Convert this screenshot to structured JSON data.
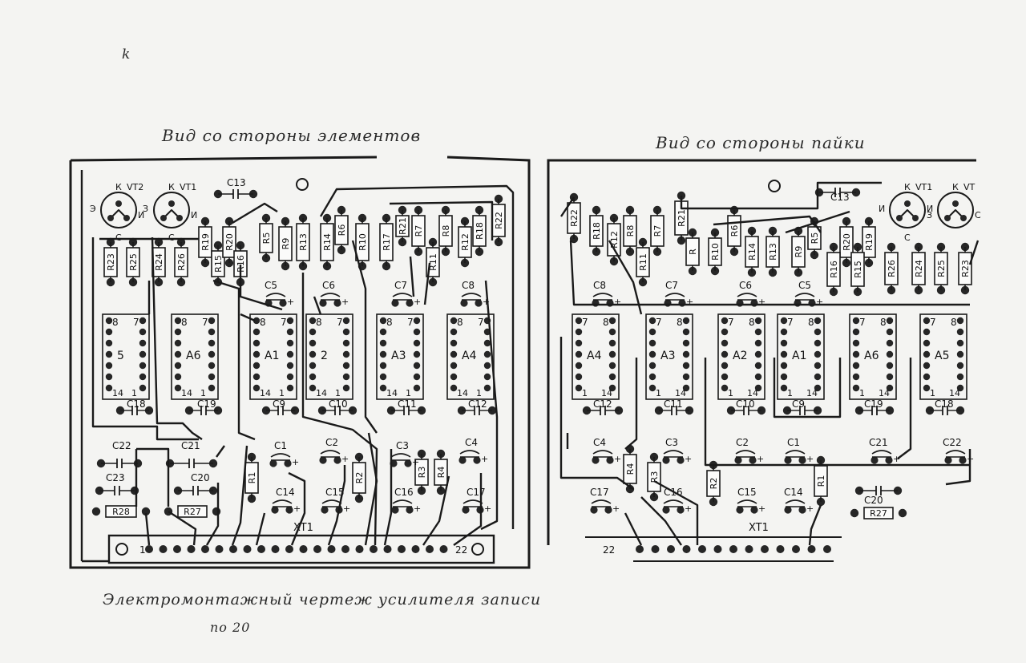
{
  "captions": {
    "corner_mark": "k",
    "left_title": "Вид со стороны элементов",
    "right_title": "Вид со стороны пайки",
    "bottom": "Электромонтажный чертеж усилителя записи",
    "bottom_fragment": "по          20"
  },
  "colors": {
    "paper": "#f4f4f2",
    "ink": "#1a1a1a",
    "pad": "#262626"
  },
  "left_board": {
    "connector": {
      "label": "XT1",
      "first_pin": "1",
      "last_pin": "22"
    },
    "transistors": [
      {
        "ref": "VT2",
        "leads": [
          "К",
          "Э",
          "И",
          "С"
        ]
      },
      {
        "ref": "VT1",
        "leads": [
          "К",
          "З",
          "И",
          "С"
        ]
      }
    ],
    "chips": [
      {
        "ref": "5",
        "pins": [
          "8",
          "7",
          "14",
          "1"
        ]
      },
      {
        "ref": "A6",
        "pins": [
          "8",
          "7",
          "14",
          "1"
        ]
      },
      {
        "ref": "A1",
        "pins": [
          "8",
          "7",
          "14",
          "1"
        ]
      },
      {
        "ref": "2",
        "pins": [
          "8",
          "7",
          "14",
          "1"
        ]
      },
      {
        "ref": "A3",
        "pins": [
          "8",
          "7",
          "14",
          "1"
        ]
      },
      {
        "ref": "A4",
        "pins": [
          "8",
          "7",
          "14",
          "1"
        ]
      }
    ],
    "resistors_vertical": [
      "R23",
      "R25",
      "R24",
      "R26",
      "R19",
      "R15",
      "R20",
      "R16",
      "R5",
      "R9",
      "R13",
      "R14",
      "R6",
      "R10",
      "R17",
      "R21",
      "R7",
      "R11",
      "R8",
      "R12",
      "R18",
      "R22",
      "R1",
      "R2",
      "R3",
      "R4"
    ],
    "resistors_horizontal": [
      "R28",
      "R27"
    ],
    "capacitors": [
      "C13",
      "C5",
      "C6",
      "C7",
      "C8",
      "C18",
      "C19",
      "C9",
      "C10",
      "C11",
      "C12",
      "C22",
      "C21",
      "C23",
      "C20",
      "C1",
      "C2",
      "C3",
      "C4",
      "C14",
      "C15",
      "C16",
      "C17"
    ]
  },
  "right_board": {
    "connector": {
      "label": "XT1",
      "first_pin": "22"
    },
    "transistors": [
      {
        "ref": "VT1",
        "leads": [
          "К",
          "И",
          "З",
          "С"
        ]
      },
      {
        "ref": "VT",
        "leads": [
          "К",
          "И",
          "С"
        ]
      }
    ],
    "chips": [
      {
        "ref": "A4",
        "pins": [
          "7",
          "8",
          "1",
          "14"
        ]
      },
      {
        "ref": "A3",
        "pins": [
          "7",
          "8",
          "1",
          "14"
        ]
      },
      {
        "ref": "A2",
        "pins": [
          "7",
          "8",
          "1",
          "14"
        ]
      },
      {
        "ref": "A1",
        "pins": [
          "7",
          "8",
          "1",
          "14"
        ]
      },
      {
        "ref": "A6",
        "pins": [
          "7",
          "8",
          "1",
          "14"
        ]
      },
      {
        "ref": "A5",
        "pins": [
          "7",
          "8",
          "1",
          "14"
        ]
      }
    ],
    "resistors_vertical": [
      "R22",
      "R18",
      "R12",
      "R8",
      "R7",
      "R11",
      "R21",
      "R",
      "R10",
      "R6",
      "R14",
      "R13",
      "R9",
      "R5",
      "R20",
      "R19",
      "R16",
      "R15",
      "R26",
      "R24",
      "R25",
      "R23",
      "R4",
      "R3",
      "R2",
      "R1"
    ],
    "resistors_horizontal": [
      "R27"
    ],
    "capacitors": [
      "C13",
      "C8",
      "C7",
      "C6",
      "C5",
      "C12",
      "C11",
      "C10",
      "C9",
      "C19",
      "C18",
      "C4",
      "C3",
      "C2",
      "C1",
      "C21",
      "C22",
      "C17",
      "C16",
      "C15",
      "C14",
      "C20"
    ]
  }
}
